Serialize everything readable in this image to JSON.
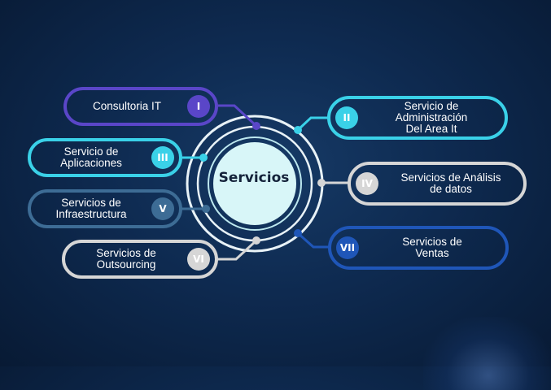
{
  "center": {
    "label": "Servicios"
  },
  "colors": {
    "purple": "#5a46c8",
    "cyan": "#3ad1e8",
    "white": "#d6d6d6",
    "steel": "#3d6c95",
    "blue": "#1f56b8",
    "ring": "#e8f2f7",
    "center_fill": "#d8f6f8"
  },
  "services": [
    {
      "numeral": "I",
      "label": "Consultoria IT",
      "color": "#5a46c8"
    },
    {
      "numeral": "II",
      "label": "Servicio de\nAdministración\nDel Area It",
      "color": "#3ad1e8"
    },
    {
      "numeral": "III",
      "label": "Servicio de\nAplicaciones",
      "color": "#3ad1e8"
    },
    {
      "numeral": "IV",
      "label": "Servicios de Análisis\nde datos",
      "color": "#d6d6d6"
    },
    {
      "numeral": "V",
      "label": "Servicios de\nInfraestructura",
      "color": "#3d6c95"
    },
    {
      "numeral": "VI",
      "label": "Servicios de\nOutsourcing",
      "color": "#d6d6d6"
    },
    {
      "numeral": "VII",
      "label": "Servicios de\nVentas",
      "color": "#1f56b8"
    }
  ]
}
